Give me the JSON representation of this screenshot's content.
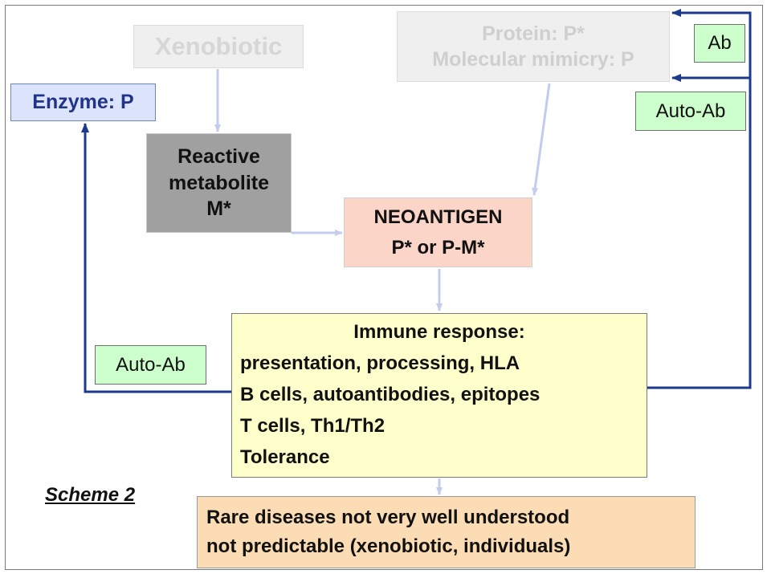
{
  "scheme_label": "Scheme 2",
  "nodes": {
    "xenobiotic": "Xenobiotic",
    "protein": [
      "Protein: P*",
      "Molecular mimicry: P"
    ],
    "enzyme": "Enzyme: P",
    "reactive_metabolite": [
      "Reactive",
      "metabolite",
      "M*"
    ],
    "neoantigen": [
      "NEOANTIGEN",
      "P* or P-M*"
    ],
    "immune_response": {
      "title": "Immune response:",
      "lines": [
        "presentation, processing, HLA",
        "B cells, autoantibodies, epitopes",
        "T cells, Th1/Th2",
        "Tolerance"
      ]
    },
    "outcome": [
      "Rare diseases not very well understood",
      "not predictable (xenobiotic, individuals)"
    ]
  },
  "edge_labels": {
    "ab": "Ab",
    "auto_ab_right": "Auto-Ab",
    "auto_ab_left": "Auto-Ab"
  },
  "colors": {
    "feedback_arrows": "#1c3a8c",
    "flow_arrows": "#c4ccee",
    "label_fill": "#ccffcc"
  }
}
